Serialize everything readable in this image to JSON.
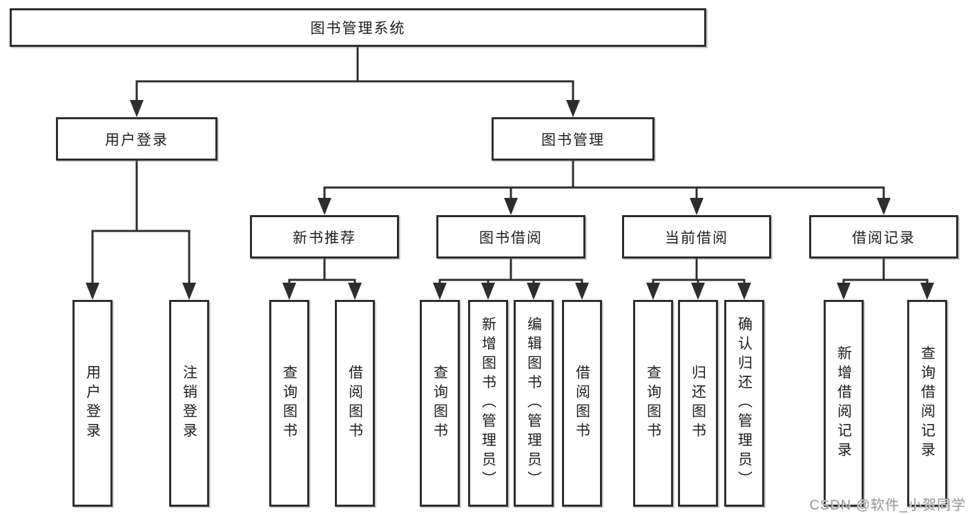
{
  "tree": {
    "root": "图书管理系统",
    "l2": {
      "user_login": "用户登录",
      "book_mgmt": "图书管理"
    },
    "l3": {
      "new_books": "新书推荐",
      "borrow": "图书借阅",
      "current": "当前借阅",
      "records": "借阅记录"
    },
    "leaves": {
      "login": "用户登录",
      "logout": "注销登录",
      "nb_query": "查询图书",
      "nb_borrow": "借阅图书",
      "bb_query": "查询图书",
      "bb_add": "新增图书（管理员）",
      "bb_edit": "编辑图书（管理员）",
      "bb_borrow": "借阅图书",
      "cb_query": "查询图书",
      "cb_return": "归还图书",
      "cb_confirm": "确认归还（管理员）",
      "rec_add": "新增借阅记录",
      "rec_query": "查询借阅记录"
    }
  },
  "watermark": "CSDN @软件_小贺同学",
  "colors": {
    "line": "#2d2d2d",
    "text": "#1d1d1d",
    "box_background": "#ffffff",
    "watermark": "#9c9c9c",
    "page_background": "#ffffff"
  }
}
